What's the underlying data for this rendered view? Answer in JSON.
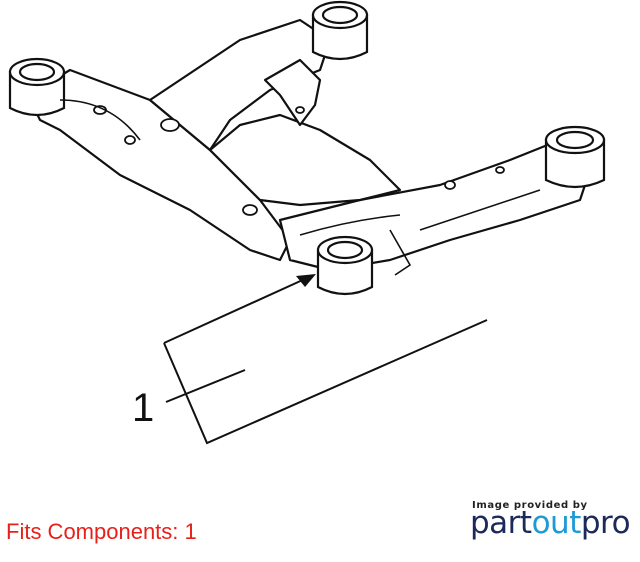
{
  "diagram": {
    "callout_number": "1"
  },
  "footer": {
    "fits_text": "Fits Components: 1",
    "provided_by": "Image provided by",
    "brand": {
      "part1": "part",
      "part2": "out",
      "part3": "pro"
    }
  }
}
